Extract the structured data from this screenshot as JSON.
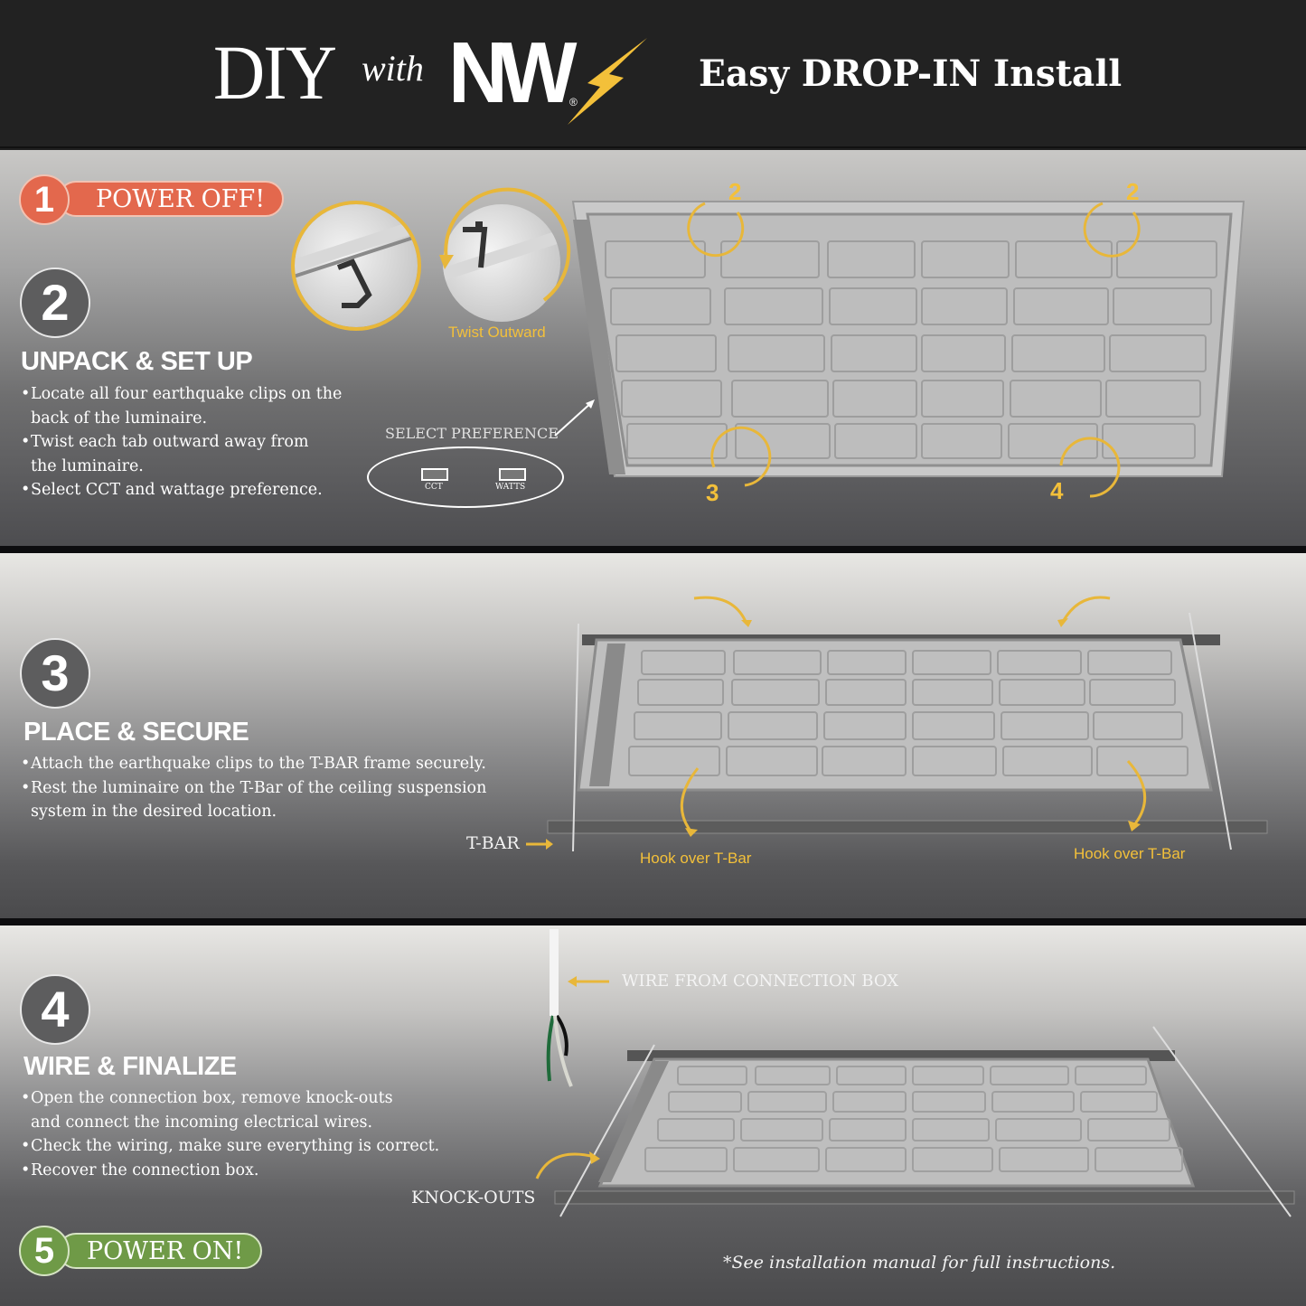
{
  "header": {
    "logo_diy": "DIY",
    "logo_with": "with",
    "logo_brand": "NW",
    "logo_registered": "®",
    "title": "Easy DROP-IN Install",
    "bolt_icon": "lightning-bolt-icon",
    "bolt_color": "#f3c03a"
  },
  "colors": {
    "power_off": "#e3684d",
    "power_on": "#6f9a47",
    "step_circle": "#5d5d5e",
    "accent_yellow": "#f3c03a",
    "header_bg": "#222222"
  },
  "steps": [
    {
      "number": "1",
      "label": "POWER OFF!"
    },
    {
      "number": "2",
      "title": "UNPACK & SET UP",
      "bullets": [
        "Locate all four earthquake clips on the back of the luminaire.",
        "Twist each tab outward away from the luminaire.",
        "Select CCT and wattage preference."
      ],
      "bullet_lines": [
        [
          "Locate all four earthquake clips on the",
          "back of the luminaire."
        ],
        [
          "Twist each tab outward away from",
          "the luminaire."
        ],
        [
          "Select CCT and wattage preference."
        ]
      ],
      "twist_label": "Twist Outward",
      "select_label": "SELECT PREFERENCE",
      "switches": [
        "CCT",
        "WATTS"
      ],
      "clip_numbers": [
        "2",
        "2",
        "3",
        "4"
      ]
    },
    {
      "number": "3",
      "title": "PLACE & SECURE",
      "bullet_lines": [
        [
          "Attach the earthquake clips to the T-BAR frame securely."
        ],
        [
          "Rest the luminaire on the T-Bar of the ceiling suspension",
          "system in the desired location."
        ]
      ],
      "tbar_label": "T-BAR",
      "hook_labels": [
        "Hook over T-Bar",
        "Hook over T-Bar"
      ]
    },
    {
      "number": "4",
      "title": "WIRE & FINALIZE",
      "bullet_lines": [
        [
          "Open the connection box, remove knock-outs",
          "and connect the incoming electrical wires."
        ],
        [
          "Check the wiring, make sure everything is correct."
        ],
        [
          "Recover the connection box."
        ]
      ],
      "wire_label": "WIRE FROM CONNECTION BOX",
      "knockouts_label": "KNOCK-OUTS"
    },
    {
      "number": "5",
      "label": "POWER ON!"
    }
  ],
  "footnote": "*See installation manual for full instructions."
}
